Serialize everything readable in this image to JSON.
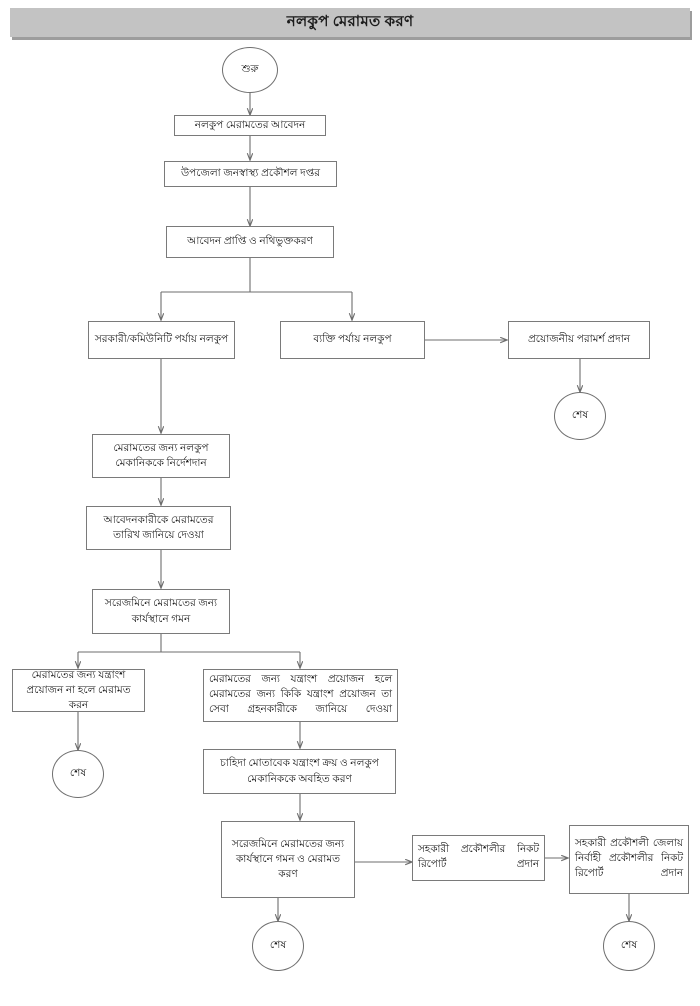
{
  "header": {
    "title": "নলকুপ মেরামত করণ",
    "bar_color": "#c3c3c3",
    "shadow_color": "#9d9d9d"
  },
  "theme": {
    "node_border": "#7a7a7a",
    "connector": "#6d6d6d",
    "node_fill": "#ffffff",
    "text": "#1a1a1a"
  },
  "nodes": {
    "start": {
      "label": "শুরু",
      "shape": "ellipse"
    },
    "application": {
      "label": "নলকুপ মেরামতের আবেদন",
      "shape": "box"
    },
    "office": {
      "label": "উপজেলা জনস্বাস্থ্য প্রকৌশল দপ্তর",
      "shape": "box"
    },
    "receipt": {
      "label": "আবেদন প্রাপ্তি ও নথিভুক্তকরণ",
      "shape": "box"
    },
    "govt_community": {
      "label": "সরকারী/কমিউনিটি পর্যায় নলকুপ",
      "shape": "box"
    },
    "personal": {
      "label": "ব্যক্তি পর্যায় নলকুপ",
      "shape": "box"
    },
    "advice": {
      "label": "প্রয়োজনীয় পরামর্শ প্রদান",
      "shape": "box"
    },
    "end_advice": {
      "label": "শেষ",
      "shape": "ellipse"
    },
    "instruct_mechanic": {
      "label": "মেরামতের জন্য নলকুপ মেকানিককে নির্দেশদান",
      "shape": "box"
    },
    "inform_date": {
      "label": "আবেদনকারীকে মেরামতের তারিখ জানিয়ে দেওয়া",
      "shape": "box"
    },
    "visit_site": {
      "label": "সরেজমিনে মেরামতের জন্য কার্যস্থানে গমন",
      "shape": "box"
    },
    "no_parts_repair": {
      "label": "মেরামতের জন্য যন্ত্রাংশ প্রয়োজন না হলে মেরামত করন",
      "shape": "box"
    },
    "end_no_parts": {
      "label": "শেষ",
      "shape": "ellipse"
    },
    "parts_needed": {
      "label": "মেরামতের জন্য যন্ত্রাংশ প্রয়োজন হলে মেরামতের জন্য কিকি যন্ত্রাংশ প্রয়োজন তা সেবা গ্রহনকারীকে জানিয়ে দেওয়া",
      "shape": "box"
    },
    "buy_parts": {
      "label": "চাহিদা মোতাবেক যন্ত্রাংশ ক্রয় ও নলকুপ মেকানিককে অবহিত করণ",
      "shape": "box"
    },
    "visit_and_repair": {
      "label": "সরেজমিনে মেরামতের জন্য কার্যস্থানে গমন ও মেরামত করণ",
      "shape": "box"
    },
    "report_ae": {
      "label": "সহকারী প্রকৌশলীর নিকট রিপোর্ট প্রদান",
      "shape": "box"
    },
    "report_ee": {
      "label": "সহকারী প্রকৌশলী জেলায় নির্বাহী প্রকৌশলীর নিকট রিপোর্ট প্রদান",
      "shape": "box"
    },
    "end_repair": {
      "label": "শেষ",
      "shape": "ellipse"
    },
    "end_report": {
      "label": "শেষ",
      "shape": "ellipse"
    }
  }
}
